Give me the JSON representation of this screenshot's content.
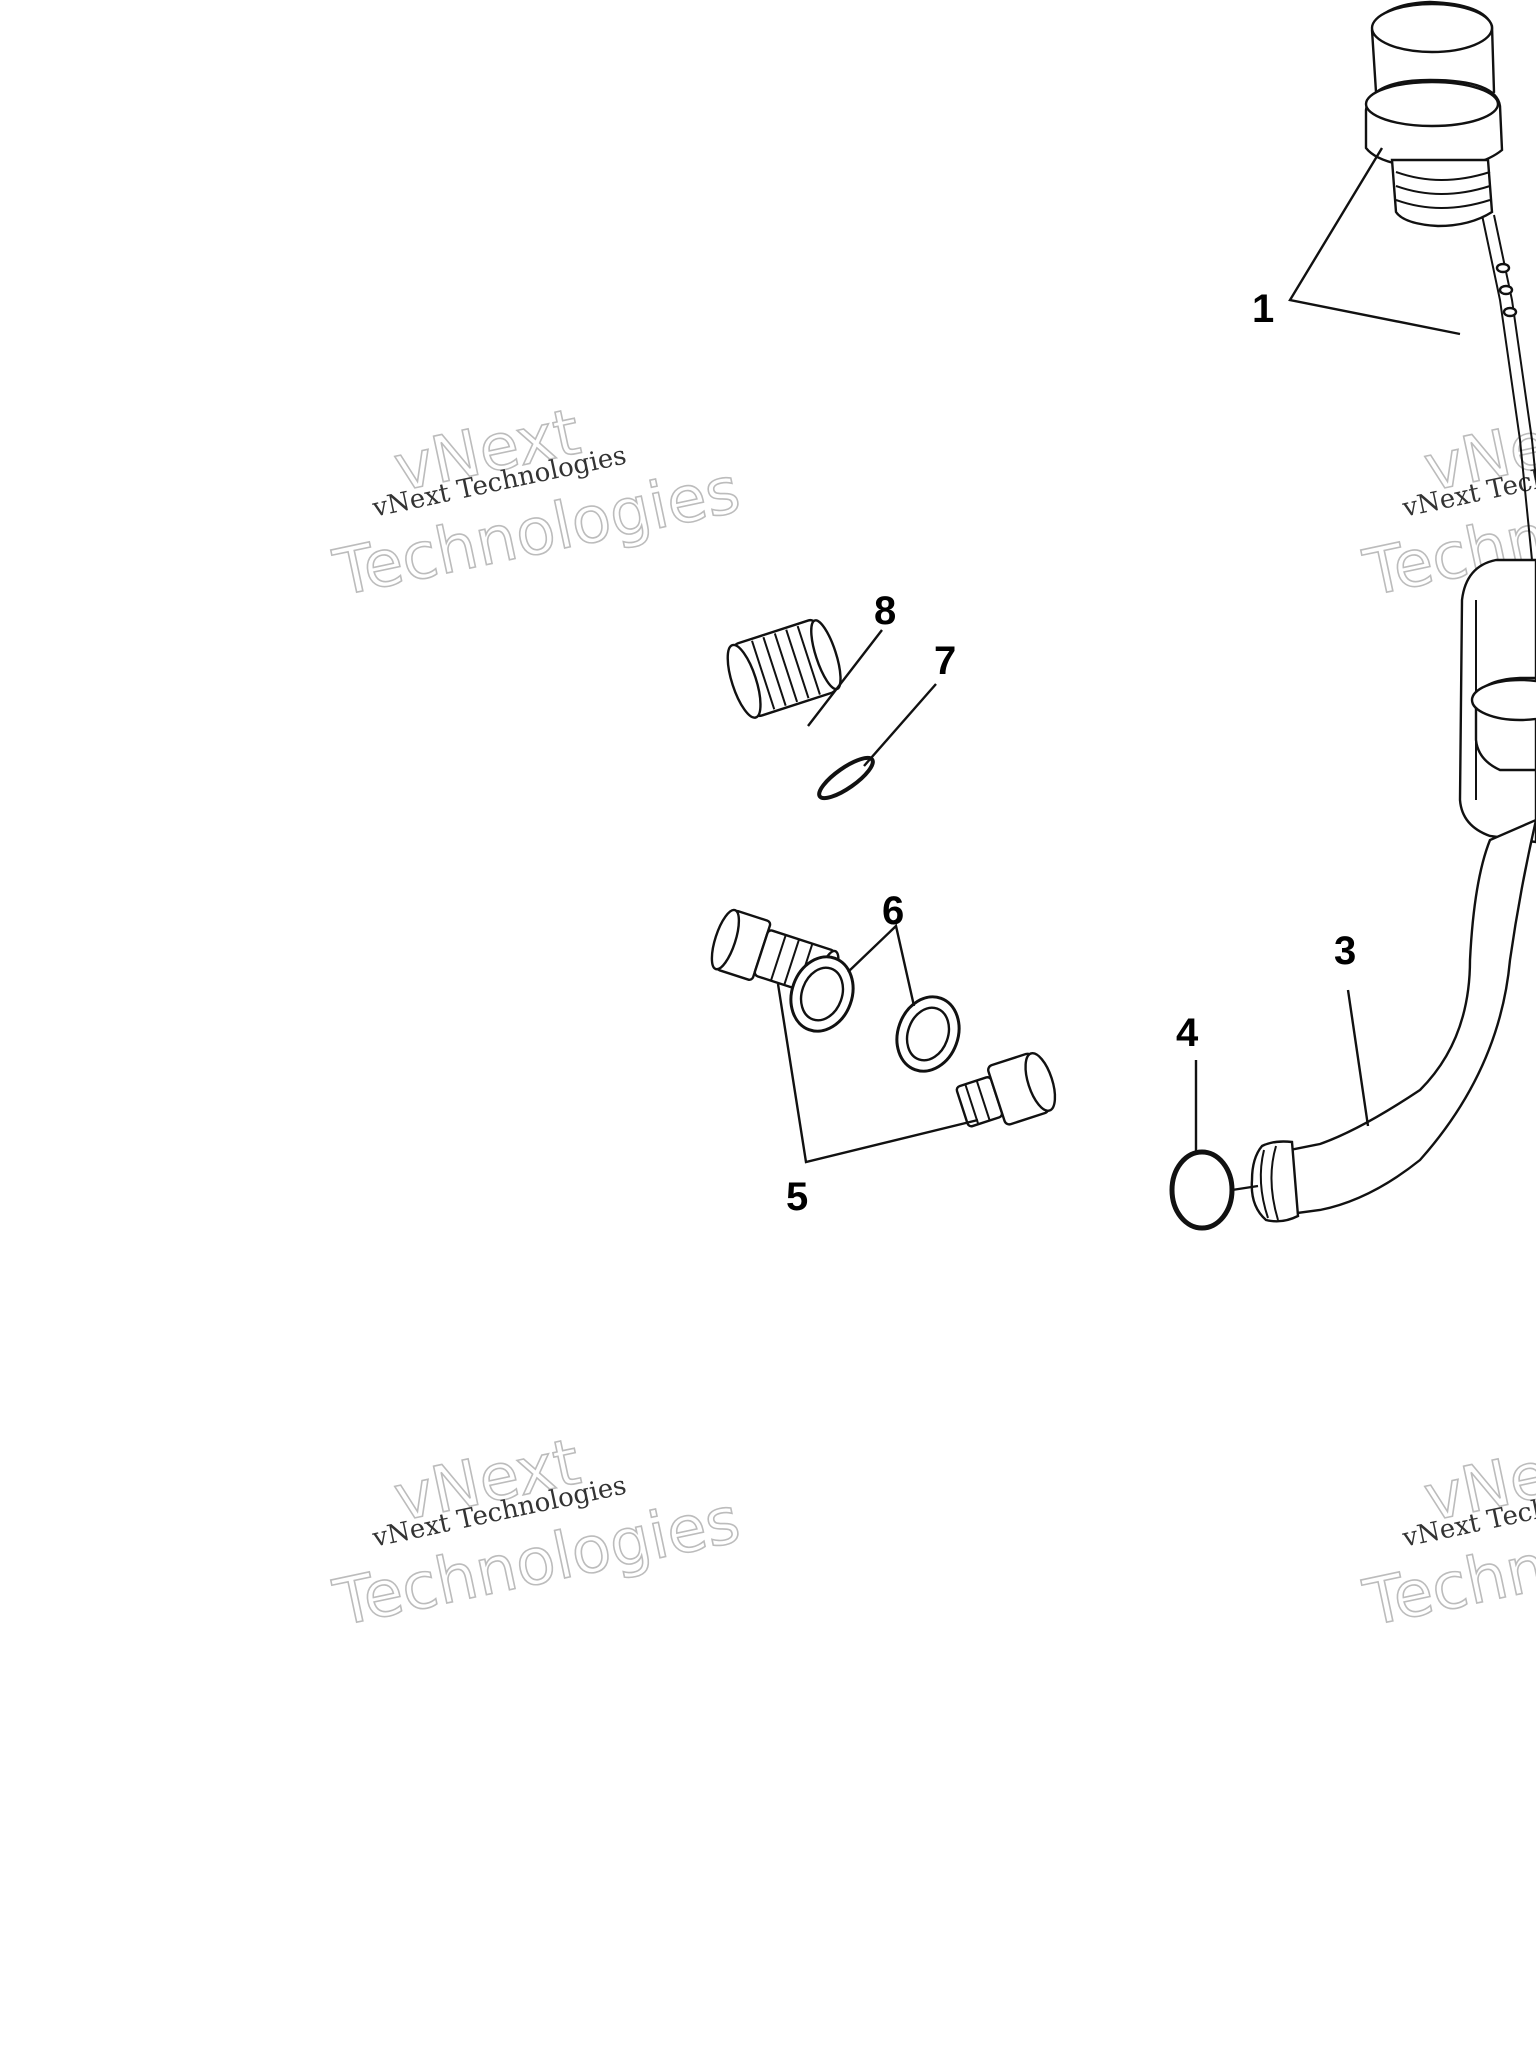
{
  "callouts": {
    "c1": "1",
    "c3": "3",
    "c4": "4",
    "c5": "5",
    "c6": "6",
    "c7": "7",
    "c8": "8"
  },
  "watermarks": [
    {
      "line1": "vNext",
      "line2": "vNext Technologies",
      "line3": "Technologies"
    },
    {
      "line1": "vNext",
      "line2": "vNext Technologies",
      "line3": "Technologies"
    },
    {
      "line1": "vNext",
      "line2": "vNext Technologies",
      "line3": "Technologies"
    },
    {
      "line1": "vNext",
      "line2": "vNext Technologies",
      "line3": "Technologies"
    }
  ],
  "parts": {
    "p1": "dipstick-with-cap",
    "p3": "oil-filler-tube",
    "p4": "o-ring",
    "p5": "drain-plugs",
    "p6": "sealing-washers",
    "p7": "o-ring",
    "p8": "threaded-plug"
  }
}
